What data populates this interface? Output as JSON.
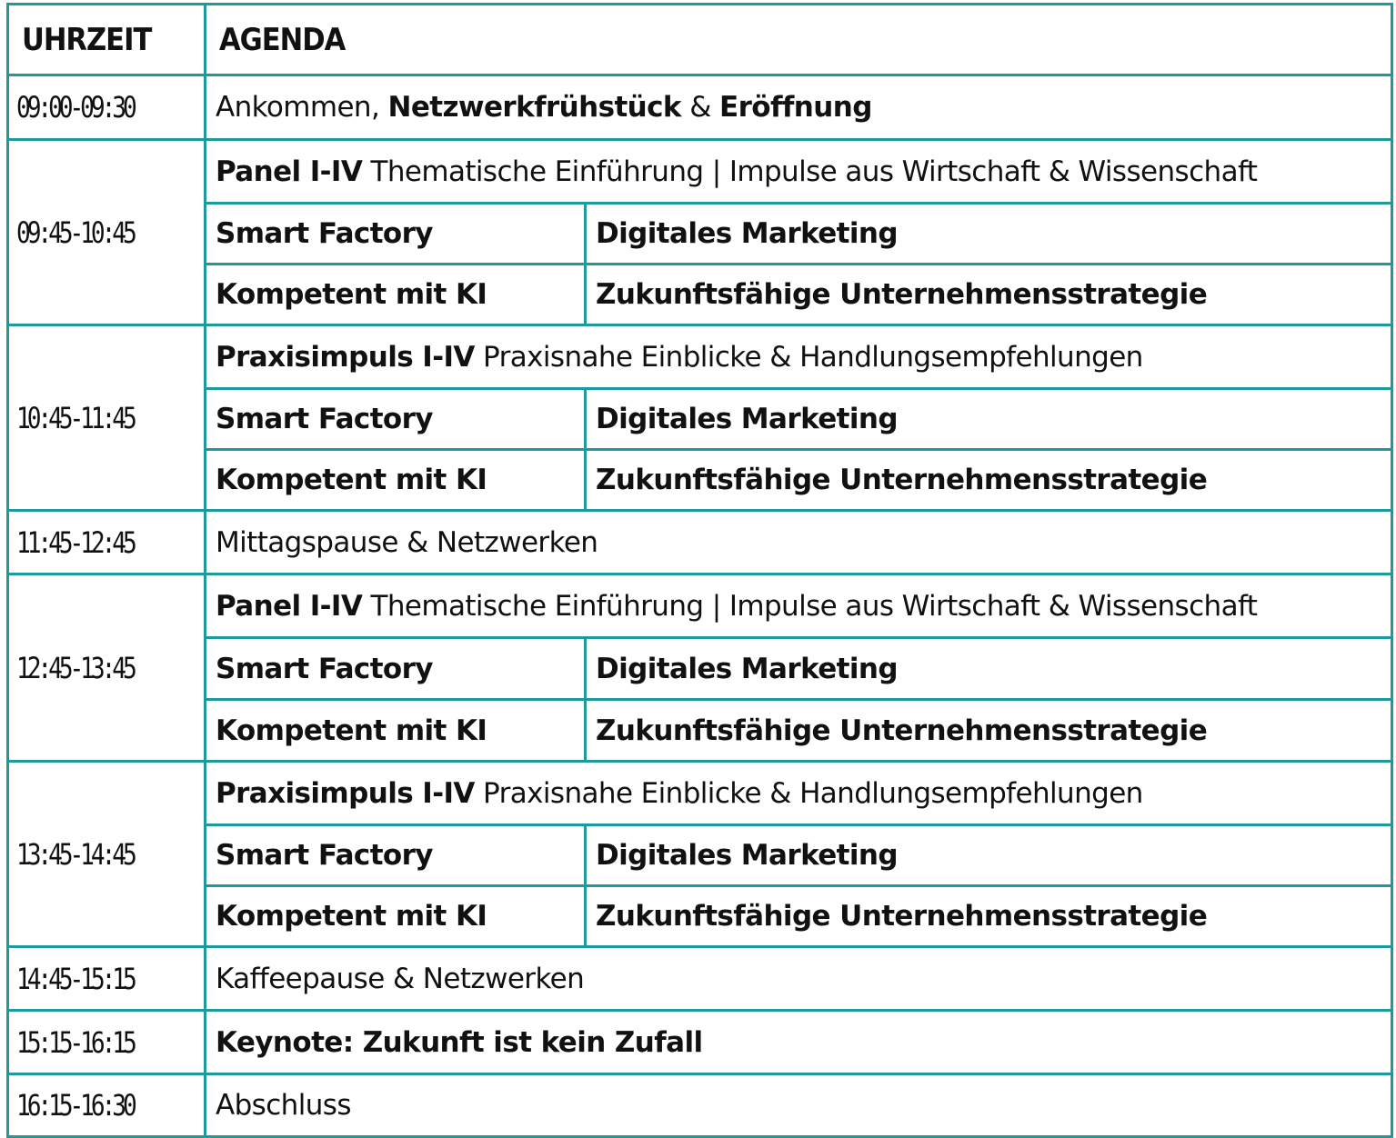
{
  "header": {
    "time": "UHRZEIT",
    "agenda": "AGENDA"
  },
  "rows": {
    "r1": {
      "time": "09:00-09:30",
      "a": "Ankommen, ",
      "b": "Netzwerkfrühstück",
      "c": " & ",
      "d": "Eröffnung"
    },
    "r2": {
      "time": "09:45-10:45",
      "title_bold": "Panel I-IV",
      "title_rest": " Thematische Einführung | Impulse aus Wirtschaft & Wissenschaft",
      "s1": "Smart Factory",
      "s2": "Digitales Marketing",
      "s3": "Kompetent mit KI",
      "s4": "Zukunftsfähige Unternehmensstrategie"
    },
    "r3": {
      "time": "10:45-11:45",
      "title_bold": "Praxisimpuls I-IV",
      "title_rest": " Praxisnahe Einblicke & Handlungsempfehlungen",
      "s1": "Smart Factory",
      "s2": "Digitales Marketing",
      "s3": "Kompetent mit KI",
      "s4": "Zukunftsfähige Unternehmensstrategie"
    },
    "r4": {
      "time": "11:45-12:45",
      "text": "Mittagspause & Netzwerken"
    },
    "r5": {
      "time": "12:45-13:45",
      "title_bold": "Panel I-IV",
      "title_rest": " Thematische Einführung | Impulse aus Wirtschaft & Wissenschaft",
      "s1": "Smart Factory",
      "s2": "Digitales Marketing",
      "s3": "Kompetent mit KI",
      "s4": "Zukunftsfähige Unternehmensstrategie"
    },
    "r6": {
      "time": "13:45-14:45",
      "title_bold": "Praxisimpuls I-IV",
      "title_rest": " Praxisnahe Einblicke & Handlungsempfehlungen",
      "s1": "Smart Factory",
      "s2": "Digitales Marketing",
      "s3": "Kompetent mit KI",
      "s4": "Zukunftsfähige Unternehmensstrategie"
    },
    "r7": {
      "time": "14:45-15:15",
      "text": "Kaffeepause & Netzwerken"
    },
    "r8": {
      "time": "15:15-16:15",
      "text_bold": "Keynote: Zukunft ist kein Zufall"
    },
    "r9": {
      "time": "16:15-16:30",
      "text": "Abschluss"
    }
  },
  "colors": {
    "border": "#1f9a9c",
    "text": "#111111"
  }
}
